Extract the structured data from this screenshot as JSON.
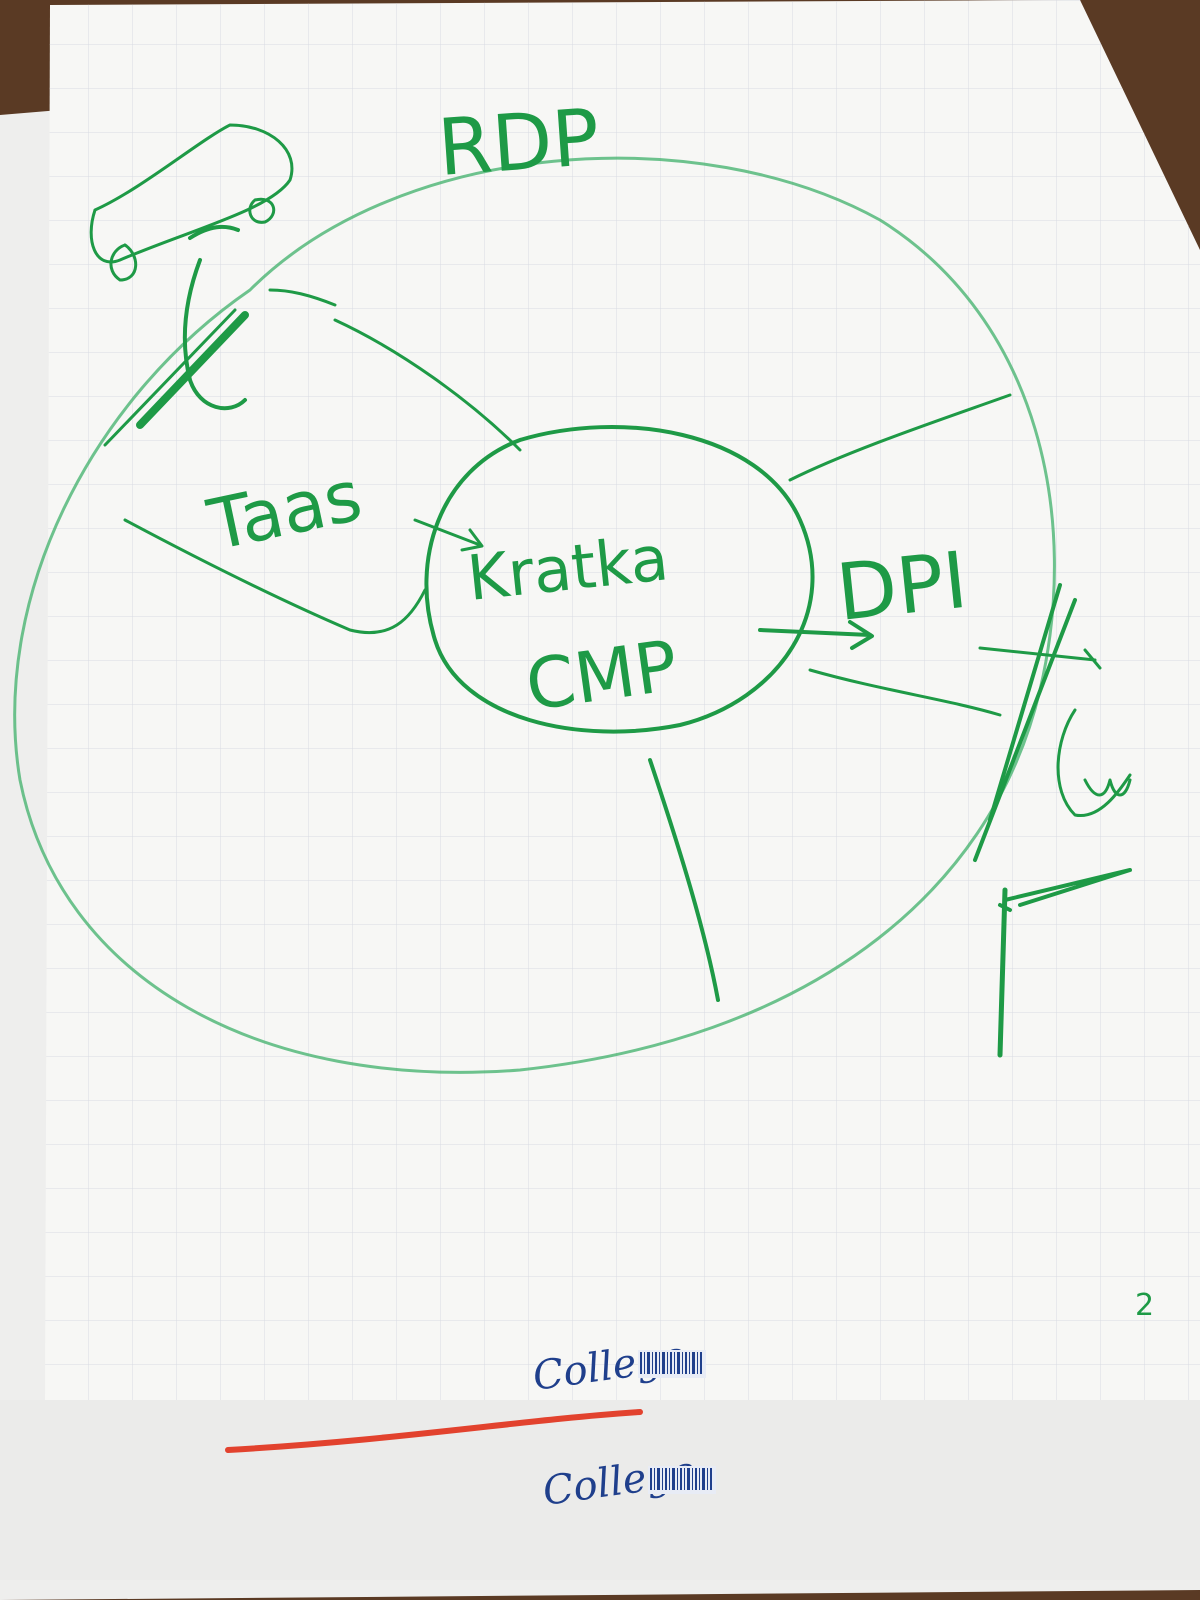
{
  "diagram": {
    "title": "RDP",
    "labels": {
      "left": "Taas",
      "center_top": "Kratka",
      "center_bottom": "CMP",
      "right": "DPI",
      "page_number": "2"
    },
    "ink_color": "#1e9a46"
  },
  "pads": [
    {
      "brand": "College"
    },
    {
      "brand": "College"
    }
  ],
  "colors": {
    "paper": "#f6f6f4",
    "grid": "#d9dbe2",
    "red_line": "#e2422e",
    "brand_blue": "#1f3f8c"
  }
}
